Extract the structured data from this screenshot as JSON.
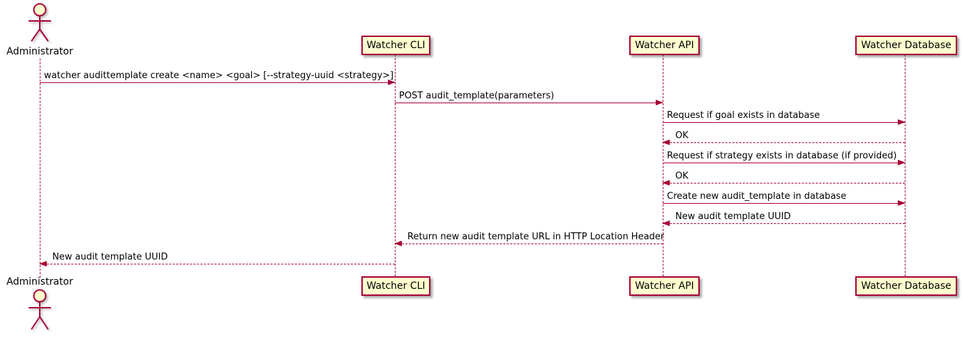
{
  "diagram": {
    "type": "uml-sequence-diagram",
    "colors": {
      "stroke": "#A80036",
      "participant_fill": "#FEFECE",
      "text": "#000000",
      "background": "#FFFFFF"
    },
    "actor": {
      "name": "Administrator"
    },
    "participants": [
      {
        "label": "Watcher CLI"
      },
      {
        "label": "Watcher API"
      },
      {
        "label": "Watcher Database"
      }
    ],
    "messages": [
      {
        "from": "Administrator",
        "to": "Watcher CLI",
        "line": "solid",
        "direction": "right",
        "label": "watcher audittemplate create <name> <goal> [--strategy-uuid <strategy>]"
      },
      {
        "from": "Watcher CLI",
        "to": "Watcher API",
        "line": "solid",
        "direction": "right",
        "label": "POST audit_template(parameters)"
      },
      {
        "from": "Watcher API",
        "to": "Watcher Database",
        "line": "solid",
        "direction": "right",
        "label": "Request if goal exists in database"
      },
      {
        "from": "Watcher Database",
        "to": "Watcher API",
        "line": "dashed",
        "direction": "left",
        "label": "OK"
      },
      {
        "from": "Watcher API",
        "to": "Watcher Database",
        "line": "solid",
        "direction": "right",
        "label": "Request if strategy exists in database (if provided)"
      },
      {
        "from": "Watcher Database",
        "to": "Watcher API",
        "line": "dashed",
        "direction": "left",
        "label": "OK"
      },
      {
        "from": "Watcher API",
        "to": "Watcher Database",
        "line": "solid",
        "direction": "right",
        "label": "Create new audit_template in database"
      },
      {
        "from": "Watcher Database",
        "to": "Watcher API",
        "line": "dashed",
        "direction": "left",
        "label": "New audit template UUID"
      },
      {
        "from": "Watcher API",
        "to": "Watcher CLI",
        "line": "dashed",
        "direction": "left",
        "label": "Return new audit template URL in HTTP Location Header"
      },
      {
        "from": "Watcher CLI",
        "to": "Administrator",
        "line": "dashed",
        "direction": "left",
        "label": "New audit template UUID"
      }
    ]
  }
}
